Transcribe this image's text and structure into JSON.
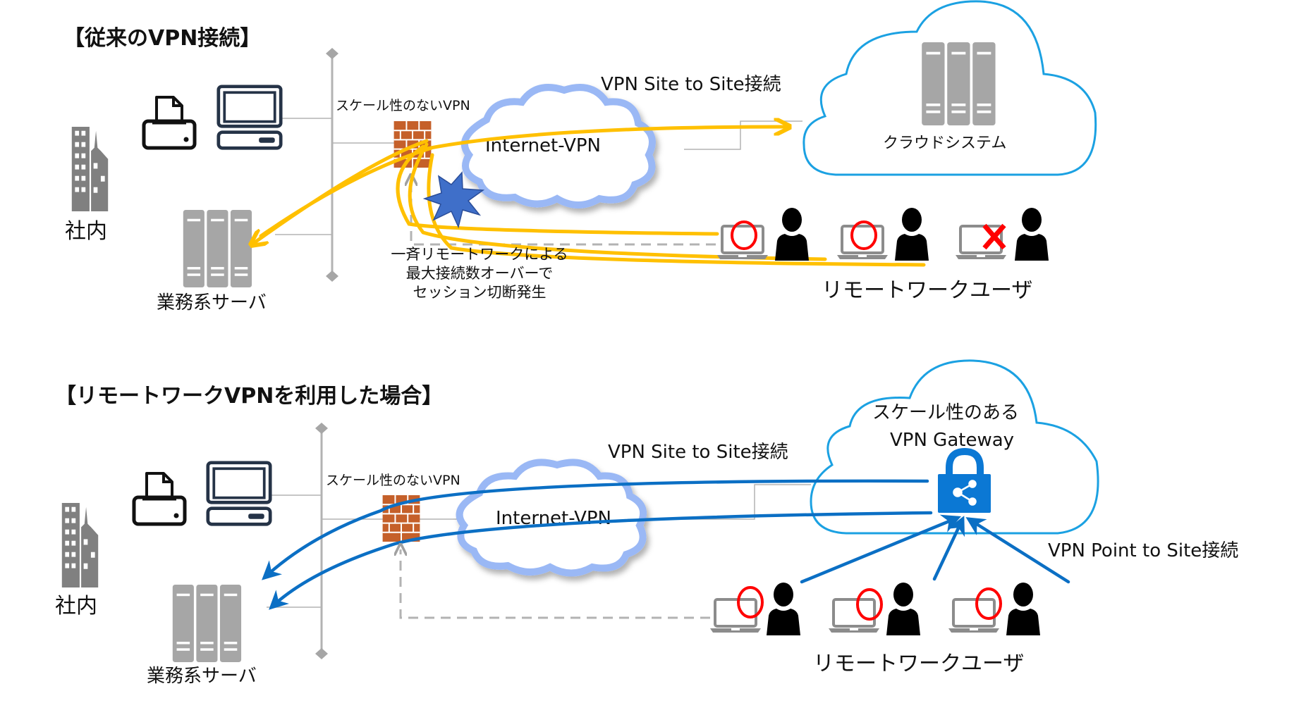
{
  "colors": {
    "firewall": "#c5602a",
    "internet_cloud_stroke": "#9ab8f5",
    "cloud_outline": "#1ba1e2",
    "yellow_flow": "#ffc000",
    "blue_flow": "#0b6fc4",
    "burst": "#3f6fc9",
    "status_ok": "#ff0000",
    "server_gray": "#a6a6a6",
    "building_gray": "#808080",
    "line_gray": "#b3b3b3"
  },
  "top": {
    "title": "【従来のVPN接続】",
    "office_label": "社内",
    "server_label": "業務系サーバ",
    "firewall_label": "スケール性のないVPN",
    "internet_label": "Internet-VPN",
    "site_to_site_label": "VPN Site to Site接続",
    "cloud_system_label": "クラウドシステム",
    "failure_note": [
      "一斉リモートワークによる",
      "最大接続数オーバーで",
      "セッション切断発生"
    ],
    "remote_users_label": "リモートワークユーザ",
    "users": [
      {
        "status": "connected",
        "status_icon": "circle-icon"
      },
      {
        "status": "connected",
        "status_icon": "circle-icon"
      },
      {
        "status": "disconnected",
        "status_icon": "x-icon"
      }
    ]
  },
  "bottom": {
    "title": "【リモートワークVPNを利用した場合】",
    "office_label": "社内",
    "server_label": "業務系サーバ",
    "firewall_label": "スケール性のないVPN",
    "internet_label": "Internet-VPN",
    "site_to_site_label": "VPN Site to Site接続",
    "gateway_label_1": "スケール性のある",
    "gateway_label_2": "VPN Gateway",
    "point_to_site_label": "VPN Point to Site接続",
    "remote_users_label": "リモートワークユーザ",
    "users": [
      {
        "status": "connected",
        "status_icon": "circle-icon"
      },
      {
        "status": "connected",
        "status_icon": "circle-icon"
      },
      {
        "status": "connected",
        "status_icon": "circle-icon"
      }
    ]
  }
}
